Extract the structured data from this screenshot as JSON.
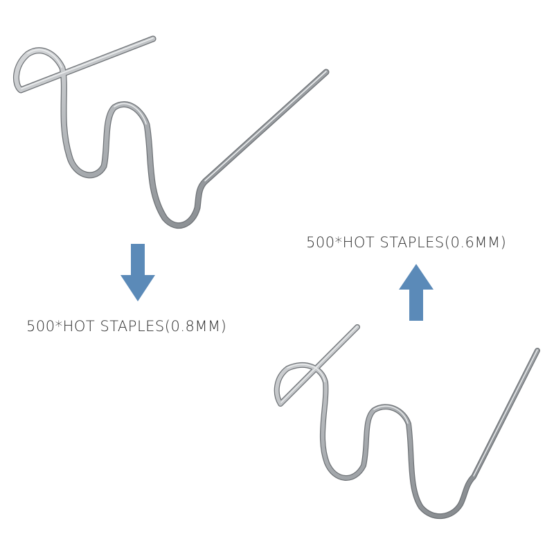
{
  "colors": {
    "background": "#ffffff",
    "arrow": "#5b8ab8",
    "wire": "#a9adb1",
    "wire_highlight": "#e6e8ea",
    "wire_shadow": "#6d7175",
    "text": "#2b2b2b"
  },
  "items": [
    {
      "label": "500*HOT STAPLES(0.8MM)",
      "arrow": "arrow-down"
    },
    {
      "label": "500*HOT STAPLES(0.6MM)",
      "arrow": "arrow-up"
    }
  ]
}
